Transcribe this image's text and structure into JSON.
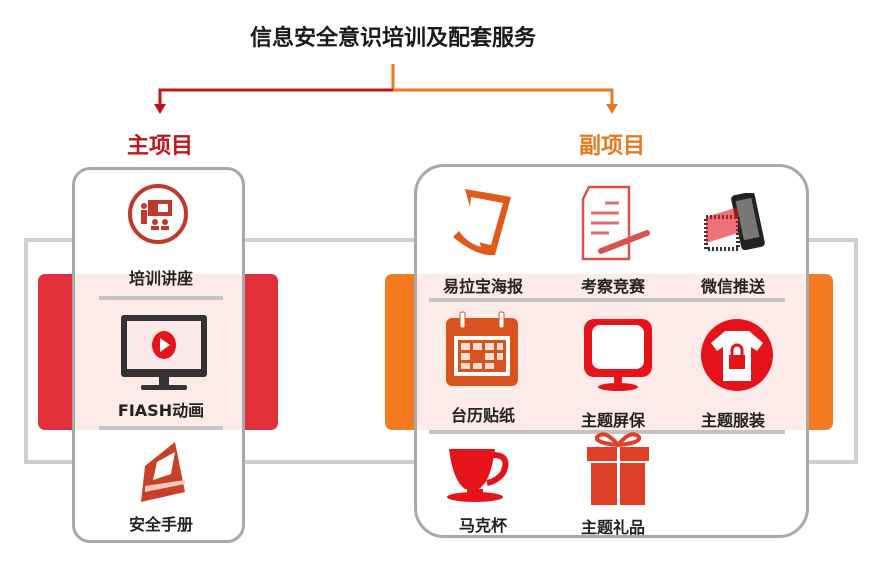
{
  "title": "信息安全意识培训及配套服务",
  "main": {
    "heading": "主项目",
    "color": "#c0161b",
    "items": [
      {
        "label": "培训讲座",
        "icon": "presentation-icon"
      },
      {
        "label": "FIASH动画",
        "icon": "monitor-play-icon"
      },
      {
        "label": "安全手册",
        "icon": "handbook-icon"
      }
    ]
  },
  "secondary": {
    "heading": "副项目",
    "color": "#e8791e",
    "items": [
      {
        "label": "易拉宝海报",
        "icon": "poster-icon"
      },
      {
        "label": "考察竞赛",
        "icon": "exam-paper-icon"
      },
      {
        "label": "微信推送",
        "icon": "qr-phone-icon"
      },
      {
        "label": "台历贴纸",
        "icon": "calendar-icon"
      },
      {
        "label": "主题屏保",
        "icon": "screen-icon"
      },
      {
        "label": "主题服装",
        "icon": "tshirt-lock-icon"
      },
      {
        "label": "马克杯",
        "icon": "cup-icon"
      },
      {
        "label": "主题礼品",
        "icon": "gift-icon"
      }
    ]
  }
}
